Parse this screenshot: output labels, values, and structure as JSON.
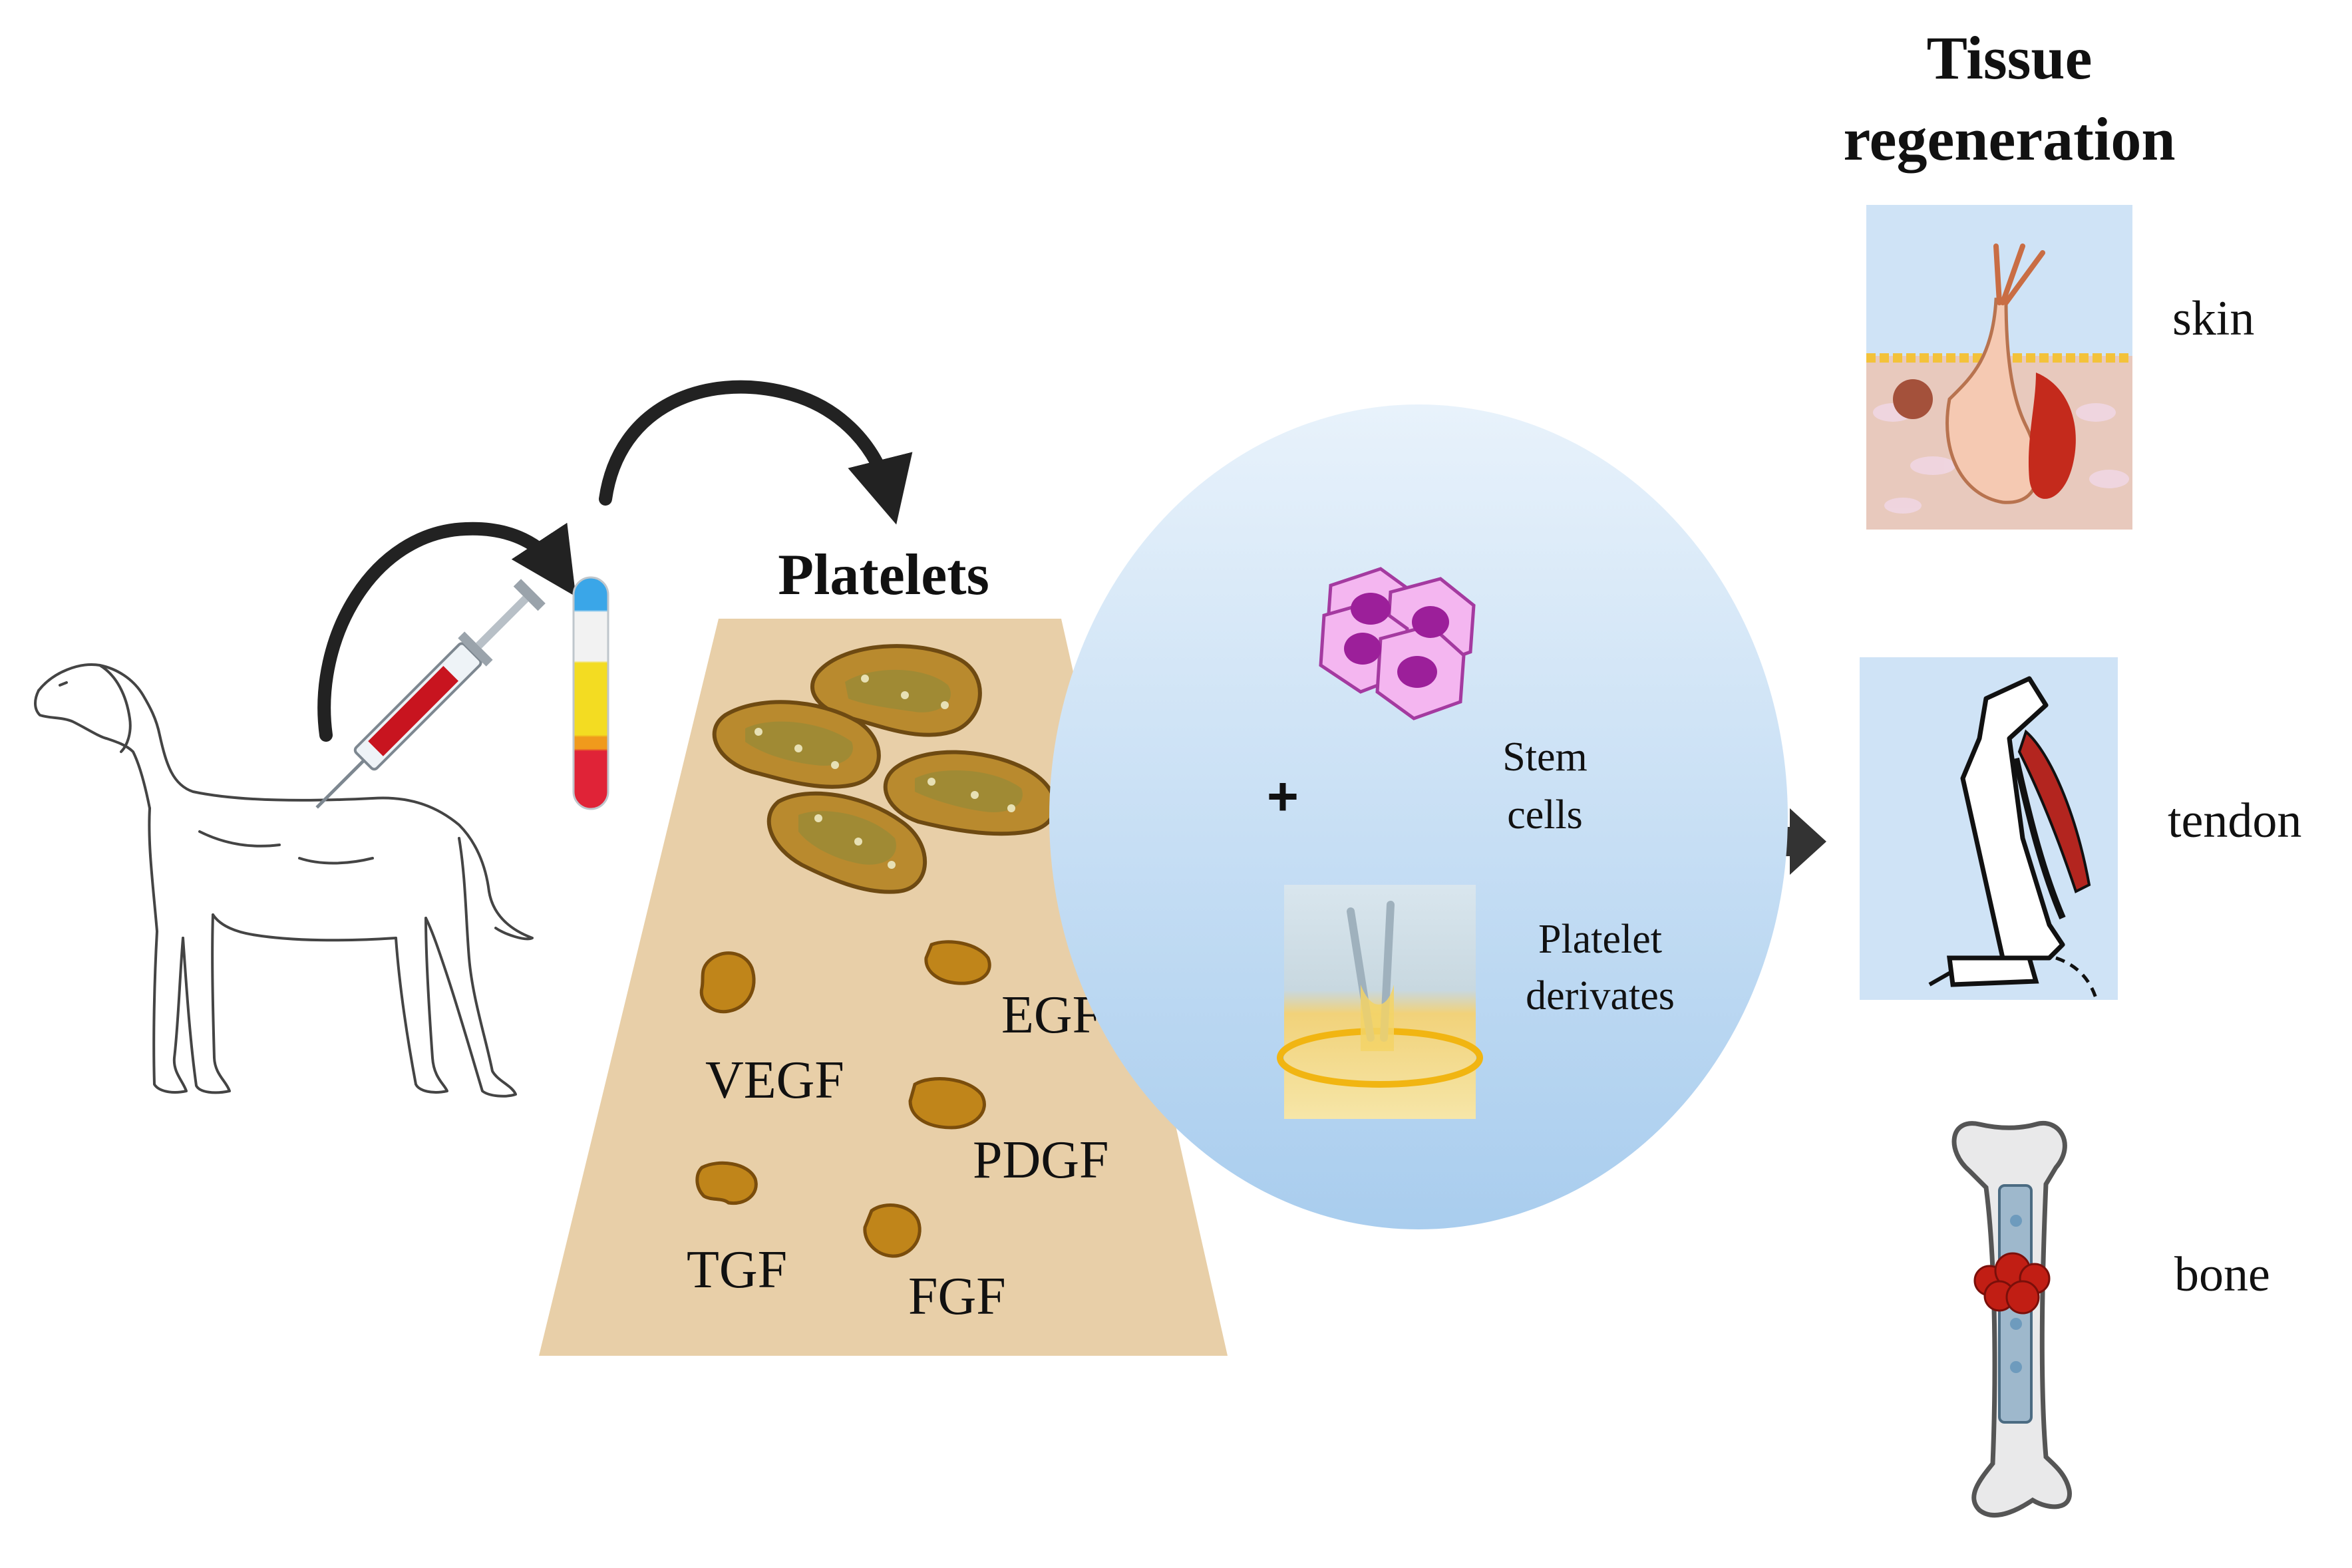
{
  "header": {
    "title_line1": "Tissue",
    "title_line2": "regeneration"
  },
  "platelets": {
    "label": "Platelets",
    "growth_factors": [
      "VEGF",
      "EGF",
      "PDGF",
      "TGF",
      "FGF"
    ]
  },
  "combination": {
    "plus_sign": "+",
    "stem_cells_line1": "Stem",
    "stem_cells_line2": "cells",
    "derivates_line1": "Platelet",
    "derivates_line2": "derivates"
  },
  "tissues": [
    "skin",
    "tendon",
    "bone"
  ],
  "colors": {
    "trapezoid": "#e8cfa8",
    "platelet_body": "#b98a2e",
    "platelet_outline": "#6e4a12",
    "platelet_inner": "#8c8a3a",
    "growth_factor": "#c0851a",
    "oval_top": "#e8f2fb",
    "oval_bottom": "#a9cdee",
    "arrow": "#333333",
    "stem_cell": "#f4b6f0",
    "stem_nucleus": "#9c1f9a",
    "panel_bg": "#cfe3f6",
    "skin_tissue": "#e8c9bd",
    "muscle_red": "#b3251f",
    "tube_blue": "#3aa6e8",
    "tube_yellow": "#f3dc22",
    "tube_red": "#e02337"
  },
  "icons": [
    "dog-outline",
    "syringe-icon",
    "blood-tube-icon",
    "curved-arrow-icon",
    "block-arrow-icon",
    "stem-cells-icon",
    "petri-dish-photo",
    "skin-section-icon",
    "tendon-leg-icon",
    "bone-fracture-icon"
  ]
}
